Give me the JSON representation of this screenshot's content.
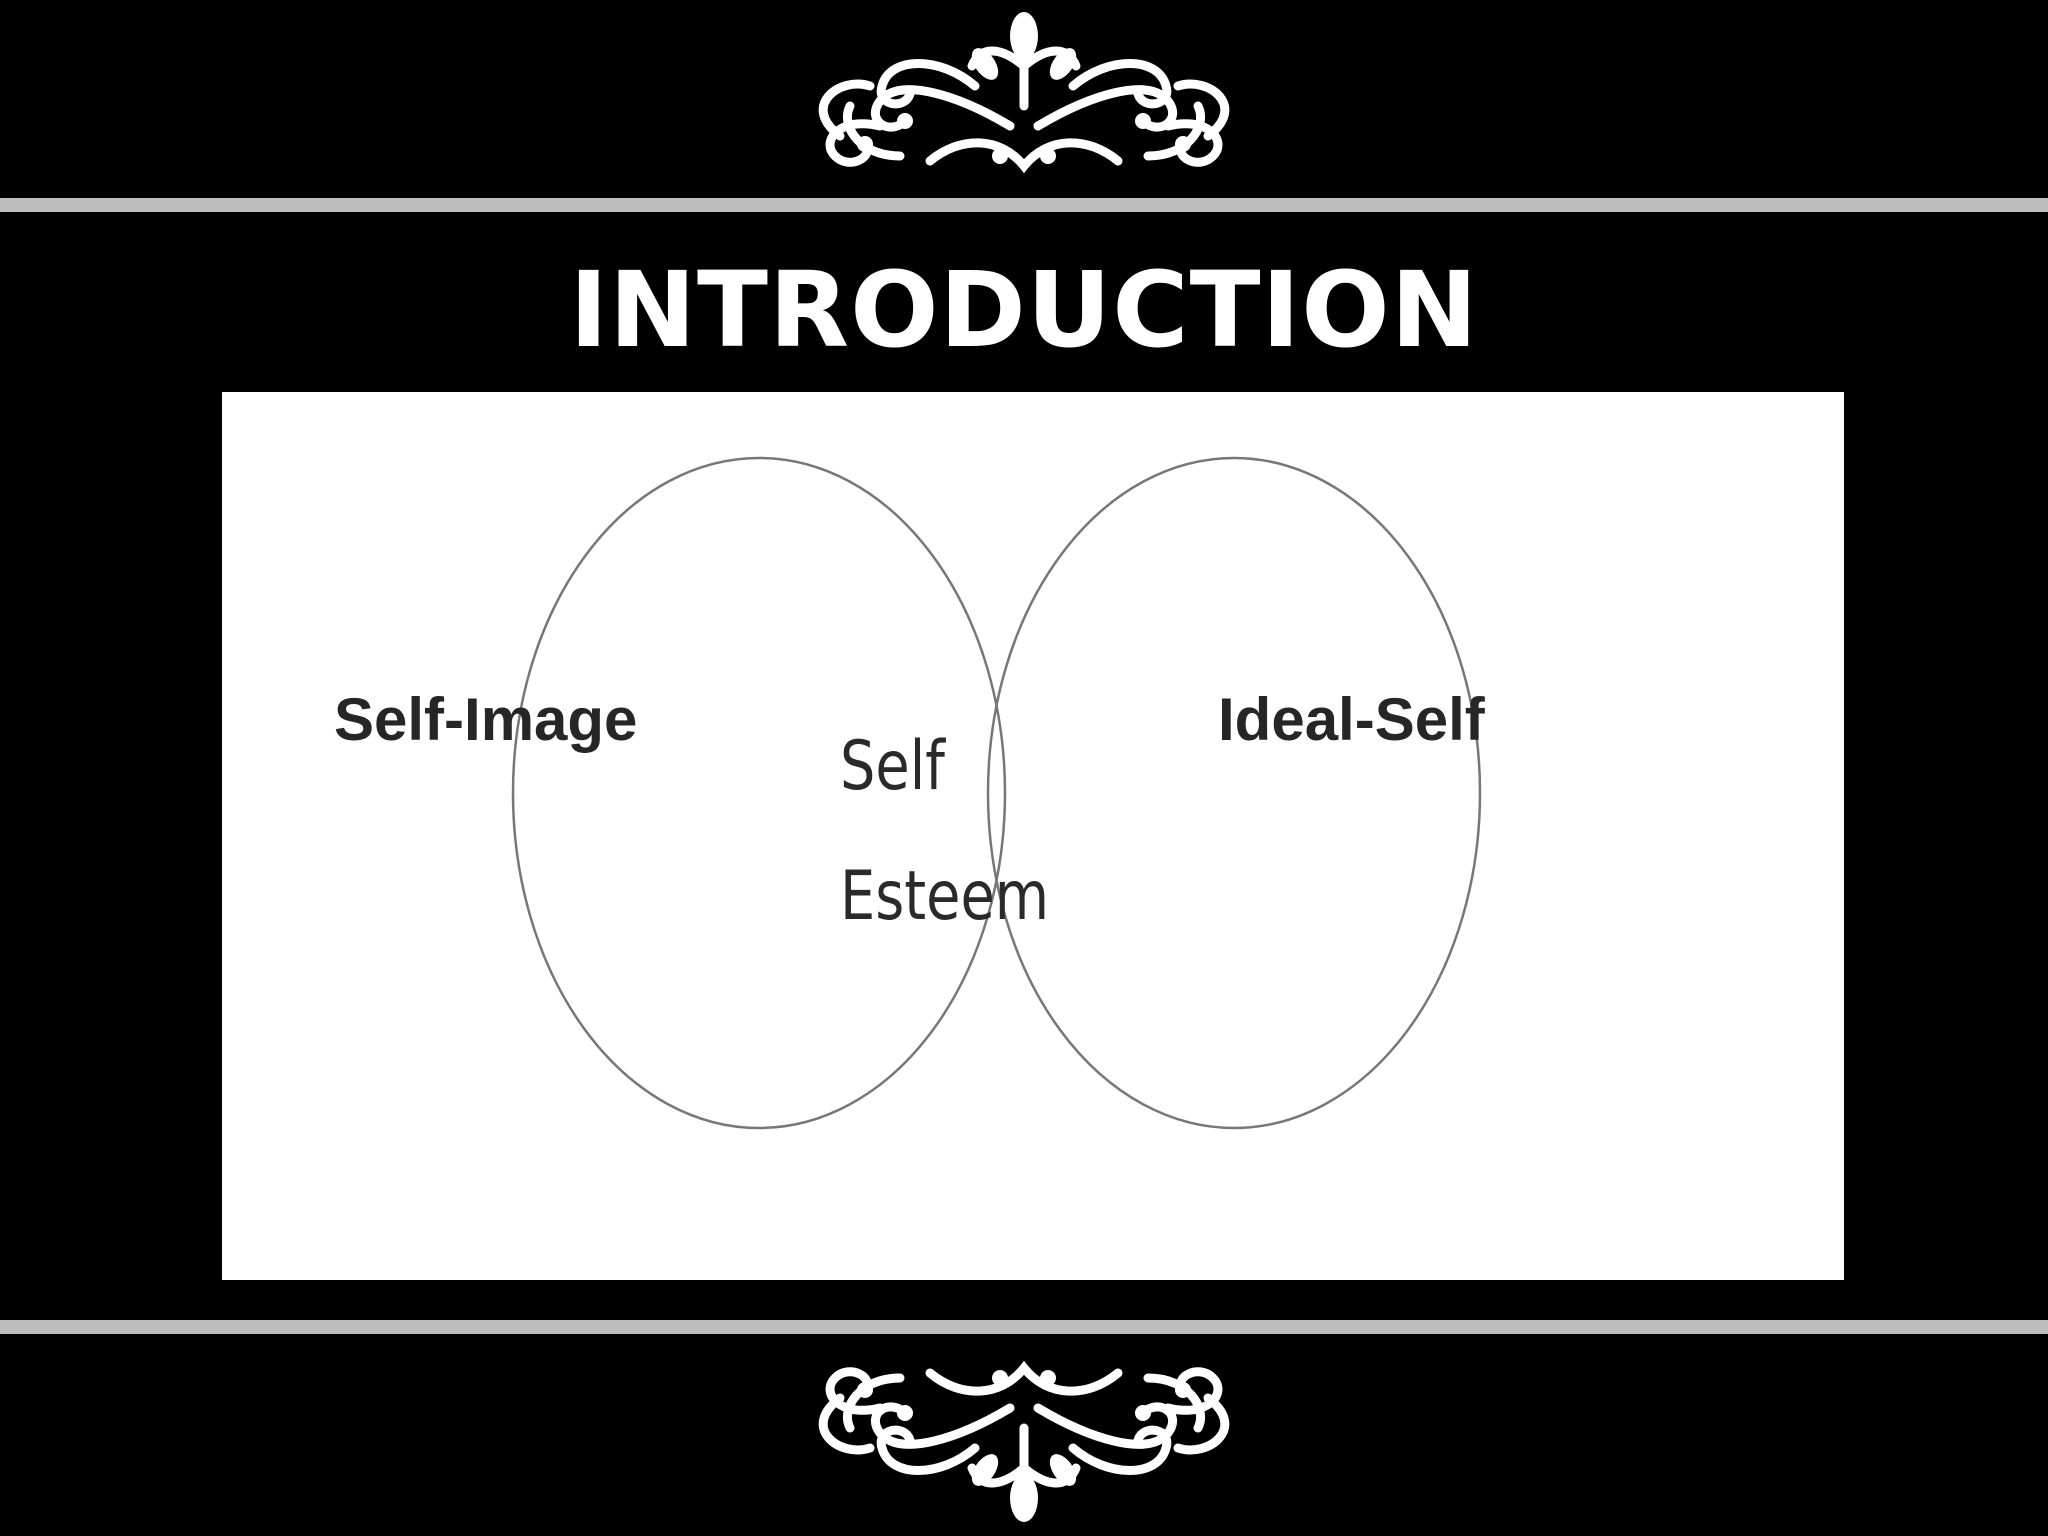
{
  "slide": {
    "title": "INTRODUCTION",
    "background_color": "#000000",
    "rule_color": "#bdbdbd",
    "ornament_color": "#ffffff",
    "ornament_top_icon": "scroll-flourish-icon",
    "ornament_bottom_icon": "scroll-flourish-icon"
  },
  "venn": {
    "left_label": "Self-Image",
    "right_label": "Ideal-Self",
    "overlap_label_line1": "Self",
    "overlap_label_line2": "Esteem",
    "circle_stroke_color": "#777777",
    "panel_color": "#ffffff"
  }
}
